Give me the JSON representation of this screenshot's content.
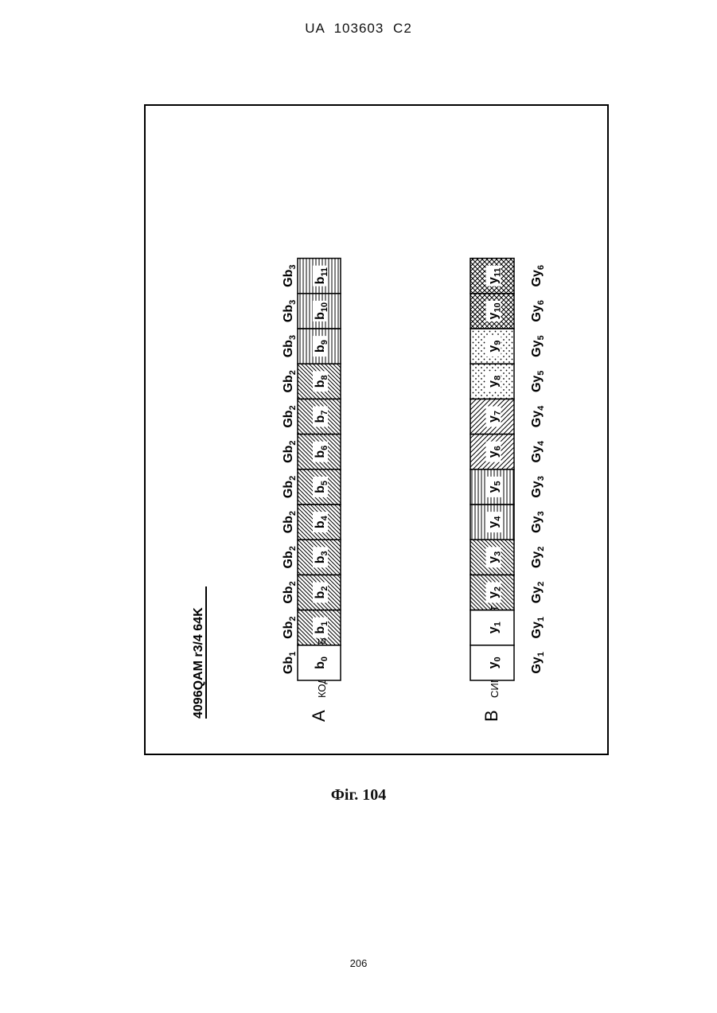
{
  "header": "UA   103603   C2",
  "figure": {
    "title": "4096QAM  r3/4  64K",
    "rows": [
      {
        "letter": "A",
        "label": "КОДОВИЙ БІТ",
        "symbol": "b",
        "group_prefix": "Gb",
        "cells": [
          {
            "sub": "0",
            "group": "1",
            "pattern": "none"
          },
          {
            "sub": "1",
            "group": "2",
            "pattern": "diag-back"
          },
          {
            "sub": "2",
            "group": "2",
            "pattern": "diag-back"
          },
          {
            "sub": "3",
            "group": "2",
            "pattern": "diag-back"
          },
          {
            "sub": "4",
            "group": "2",
            "pattern": "diag-back"
          },
          {
            "sub": "5",
            "group": "2",
            "pattern": "diag-back"
          },
          {
            "sub": "6",
            "group": "2",
            "pattern": "diag-back"
          },
          {
            "sub": "7",
            "group": "2",
            "pattern": "diag-back"
          },
          {
            "sub": "8",
            "group": "2",
            "pattern": "diag-back"
          },
          {
            "sub": "9",
            "group": "3",
            "pattern": "vertical-lines"
          },
          {
            "sub": "10",
            "group": "3",
            "pattern": "vertical-lines"
          },
          {
            "sub": "11",
            "group": "3",
            "pattern": "vertical-lines"
          }
        ]
      },
      {
        "letter": "B",
        "label": "СИМВОЛЬНИЙ БІТ",
        "symbol": "y",
        "group_prefix": "Gy",
        "cells": [
          {
            "sub": "0",
            "group": "1",
            "pattern": "none"
          },
          {
            "sub": "1",
            "group": "1",
            "pattern": "none"
          },
          {
            "sub": "2",
            "group": "2",
            "pattern": "diag-back"
          },
          {
            "sub": "3",
            "group": "2",
            "pattern": "diag-back"
          },
          {
            "sub": "4",
            "group": "3",
            "pattern": "vertical-lines"
          },
          {
            "sub": "5",
            "group": "3",
            "pattern": "vertical-lines"
          },
          {
            "sub": "6",
            "group": "4",
            "pattern": "diag-forward"
          },
          {
            "sub": "7",
            "group": "4",
            "pattern": "diag-forward"
          },
          {
            "sub": "8",
            "group": "5",
            "pattern": "dots"
          },
          {
            "sub": "9",
            "group": "5",
            "pattern": "dots"
          },
          {
            "sub": "10",
            "group": "6",
            "pattern": "crosshatch"
          },
          {
            "sub": "11",
            "group": "6",
            "pattern": "crosshatch"
          }
        ]
      }
    ]
  },
  "caption": "Фіг. 104",
  "page_number": "206"
}
